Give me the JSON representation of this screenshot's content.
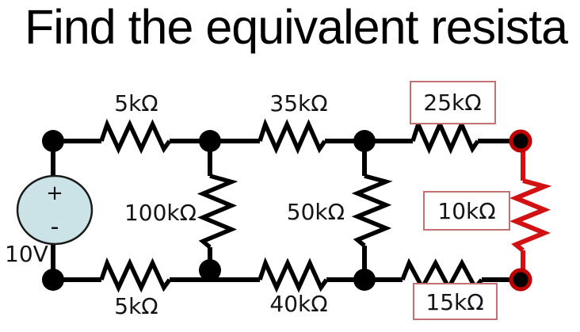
{
  "title": "Find the equivalent resista",
  "voltage_source": {
    "label": "10V",
    "plus_sign": "+",
    "minus_sign": "-",
    "fill_color": "#cbe3e7"
  },
  "resistors": {
    "top_left": {
      "value": "5kΩ",
      "boxed": false,
      "highlighted": false
    },
    "top_middle": {
      "value": "35kΩ",
      "boxed": false,
      "highlighted": false
    },
    "top_right": {
      "value": "25kΩ",
      "boxed": true,
      "highlighted": false
    },
    "middle_left": {
      "value": "100kΩ",
      "boxed": false,
      "highlighted": false
    },
    "middle_center": {
      "value": "50kΩ",
      "boxed": false,
      "highlighted": false
    },
    "middle_right": {
      "value": "10kΩ",
      "boxed": true,
      "highlighted": true
    },
    "bottom_left": {
      "value": "5kΩ",
      "boxed": false,
      "highlighted": false
    },
    "bottom_middle": {
      "value": "40kΩ",
      "boxed": false,
      "highlighted": false
    },
    "bottom_right": {
      "value": "15kΩ",
      "boxed": true,
      "highlighted": false
    }
  },
  "colors": {
    "wire": "#000000",
    "highlight_red": "#d21212",
    "box_border": "#c4706e",
    "source_fill": "#cbe3e7"
  }
}
